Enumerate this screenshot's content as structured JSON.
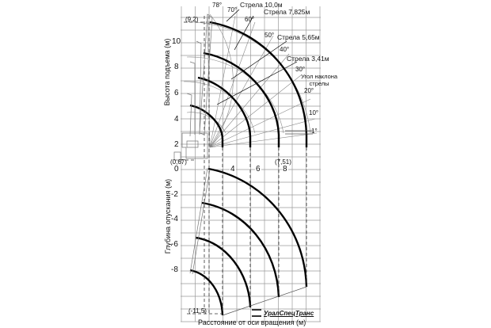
{
  "diagram": {
    "type": "crane-working-range",
    "x_axis_label": "Расстояние от оси вращения (м)",
    "y_axis_label_upper": "Высота подъема (м)",
    "y_axis_label_lower": "Глубина опускания (м)",
    "x_ticks": [
      "0",
      "4",
      "6",
      "8"
    ],
    "y_ticks_upper": [
      "10",
      "8",
      "6",
      "4",
      "2",
      "0"
    ],
    "y_ticks_lower": [
      "-2",
      "-4",
      "-6",
      "-8"
    ],
    "annotations": {
      "max_height": "(9,2)",
      "pivot_height": "(0,67)",
      "max_reach": "(7,51)",
      "max_depth": "(-11,5)"
    },
    "booms": [
      {
        "label": "Стрела 10,0м"
      },
      {
        "label": "Стрела 7,825м"
      },
      {
        "label": "Стрела 5,65м"
      },
      {
        "label": "Стрела 3,41м"
      }
    ],
    "angle_title": "Угол наклона стрелы",
    "angle_title_line1": "Угол наклона",
    "angle_title_line2": "стрелы",
    "angles": [
      "78°",
      "70°",
      "60°",
      "50°",
      "40°",
      "30°",
      "20°",
      "10°",
      "1°"
    ],
    "logo": "УралСпецТранс"
  }
}
